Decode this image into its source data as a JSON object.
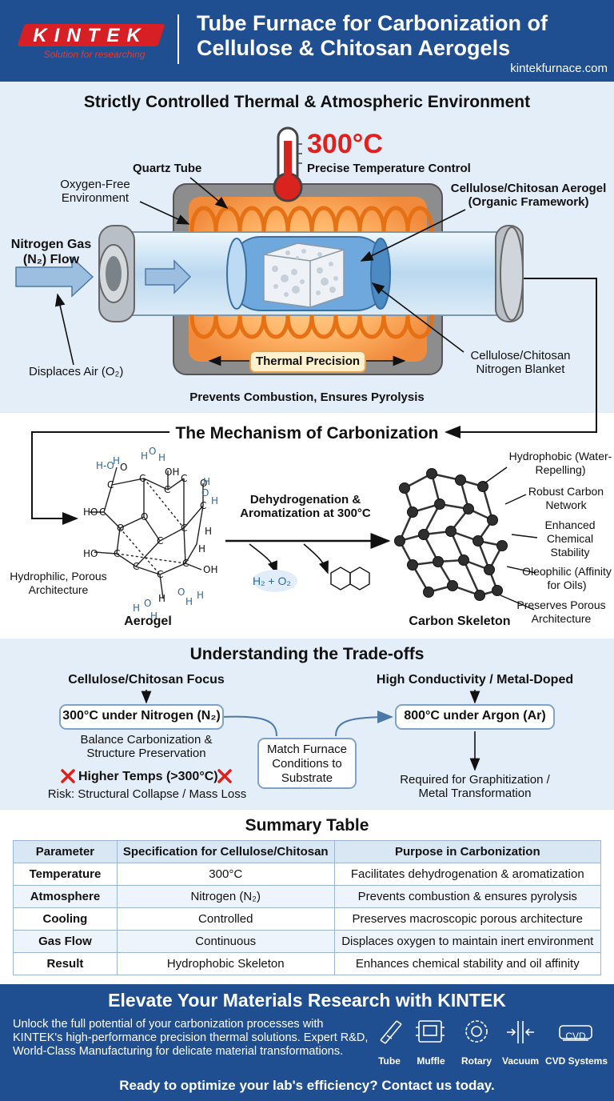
{
  "header": {
    "brand": "KINTEK",
    "tagline": "Solution for researching",
    "title": "Tube Furnace for Carbonization of Cellulose & Chitosan Aerogels",
    "site": "kintekfurnace.com"
  },
  "environment": {
    "title": "Strictly Controlled Thermal & Atmospheric Environment",
    "temperature": "300°C",
    "temperature_label": "Precise Temperature Control",
    "quartz_tube": "Quartz Tube",
    "oxygen_free": "Oxygen-Free Environment",
    "aerogel_label": "Cellulose/Chitosan Aerogel (Organic Framework)",
    "nitrogen_flow": "Nitrogen Gas (N₂) Flow",
    "displaces_air": "Displaces Air (O₂)",
    "thermal_precision": "Thermal Precision",
    "nitrogen_blanket": "Cellulose/Chitosan Nitrogen Blanket",
    "prevents": "Prevents Combustion, Ensures Pyrolysis"
  },
  "mechanism": {
    "title": "The Mechanism of Carbonization",
    "process": "Dehydrogenation & Aromatization at 300°C",
    "byproducts": "H₂ + O₂",
    "aerogel_caption": "Aerogel",
    "hydrophilic": "Hydrophilic, Porous Architecture",
    "skeleton_caption": "Carbon Skeleton",
    "properties": [
      "Hydrophobic (Water-Repelling)",
      "Robust Carbon Network",
      "Enhanced Chemical Stability",
      "Oleophilic (Affinity for Oils)",
      "Preserves Porous Architecture"
    ]
  },
  "tradeoffs": {
    "title": "Understanding the Trade-offs",
    "left_head": "Cellulose/Chitosan Focus",
    "left_box": "300°C under Nitrogen (N₂)",
    "left_desc": "Balance Carbonization & Structure Preservation",
    "warning": "Higher Temps (>300°C)",
    "risk": "Risk: Structural Collapse / Mass Loss",
    "center": "Match Furnace Conditions to Substrate",
    "right_head": "High Conductivity / Metal-Doped",
    "right_box": "800°C under Argon (Ar)",
    "right_desc": "Required for Graphitization / Metal Transformation"
  },
  "summary": {
    "title": "Summary Table",
    "columns": [
      "Parameter",
      "Specification for Cellulose/Chitosan",
      "Purpose in Carbonization"
    ],
    "rows": [
      [
        "Temperature",
        "300°C",
        "Facilitates dehydrogenation & aromatization"
      ],
      [
        "Atmosphere",
        "Nitrogen (N₂)",
        "Prevents combustion & ensures pyrolysis"
      ],
      [
        "Cooling",
        "Controlled",
        "Preserves macroscopic porous architecture"
      ],
      [
        "Gas Flow",
        "Continuous",
        "Displaces oxygen to maintain inert environment"
      ],
      [
        "Result",
        "Hydrophobic Skeleton",
        "Enhances chemical stability and oil affinity"
      ]
    ]
  },
  "cta": {
    "title": "Elevate Your Materials Research with KINTEK",
    "body": "Unlock the full potential of your carbonization processes with KINTEK's high-performance precision thermal solutions. Expert R&D, World-Class Manufacturing for delicate material transformations.",
    "products": [
      "Tube",
      "Muffle",
      "Rotary",
      "Vacuum",
      "CVD Systems"
    ],
    "cvd_icon_text": "CVD",
    "footer": "Ready to optimize your lab's efficiency? Contact us today."
  }
}
